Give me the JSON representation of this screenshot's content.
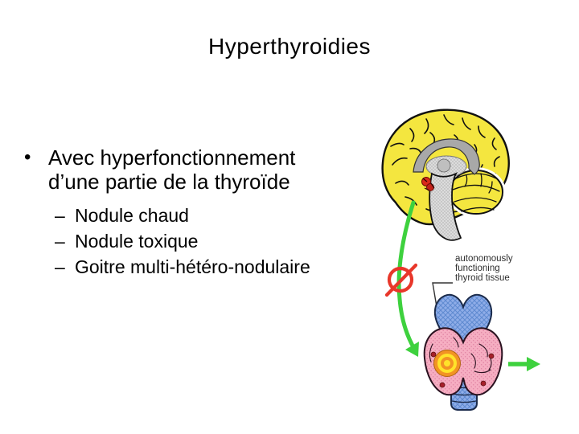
{
  "slide": {
    "title": "Hyperthyroidies",
    "bullet": {
      "marker": "•",
      "lines": [
        "Avec hyperfonctionnement",
        "d’une partie de la thyroïde"
      ]
    },
    "sub_bullets": {
      "marker": "–",
      "items": [
        "Nodule chaud",
        "Nodule toxique",
        "Goitre multi-hétéro-nodulaire"
      ]
    }
  },
  "figure": {
    "label": {
      "lines": [
        "autonomously",
        "functioning",
        "thyroid tissue"
      ]
    },
    "colors": {
      "brain_yellow": "#f4e63f",
      "stem_gray": "#dcdcdc",
      "callosum_gray": "#a8a8a8",
      "pituitary_red": "#d92a1a",
      "arrow_green": "#3ed13e",
      "no_symbol_red": "#e8372a",
      "thyroid_pink": "#f6aec2",
      "cartilage_blue": "#8fade8",
      "nodule_orange": "#f29324",
      "nodule_yellow": "#ffe32a",
      "parathyroid_red": "#a6202a"
    }
  }
}
